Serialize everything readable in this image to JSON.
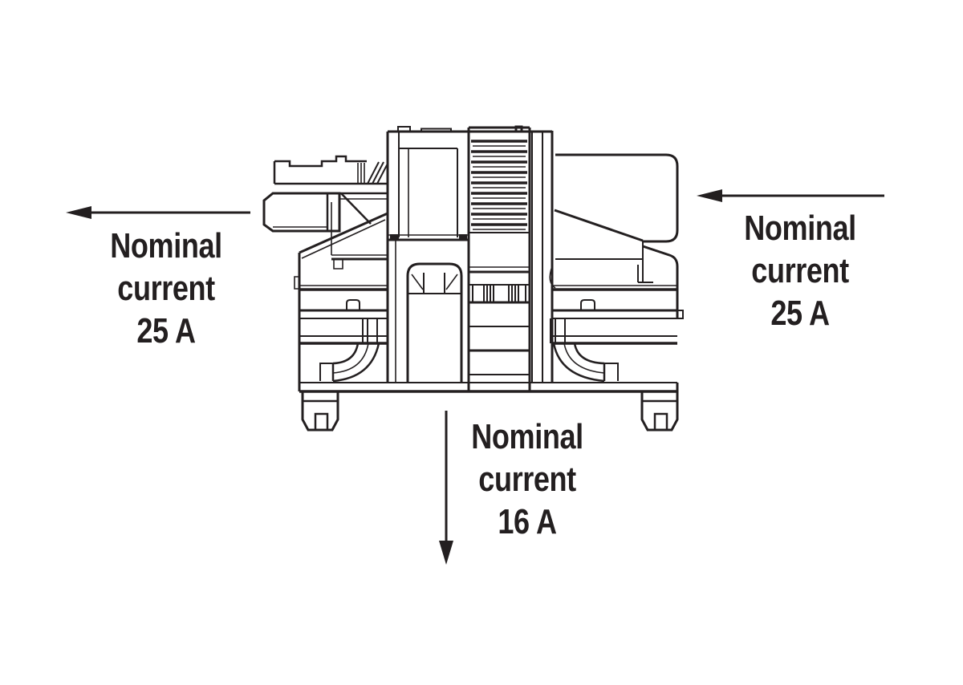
{
  "colors": {
    "line": "#231f20",
    "background": "#ffffff"
  },
  "icons": {
    "left_arrow": "arrow-left-icon",
    "right_arrow": "arrow-left-icon",
    "bottom_arrow": "arrow-down-icon"
  },
  "annotations": {
    "left": {
      "line1": "Nominal",
      "line2": "current",
      "line3": "25 A",
      "arrow_direction": "left"
    },
    "right": {
      "line1": "Nominal",
      "line2": "current",
      "line3": "25 A",
      "arrow_direction": "left"
    },
    "bottom": {
      "line1": "Nominal",
      "line2": "current",
      "line3": "16 A",
      "arrow_direction": "down"
    }
  }
}
